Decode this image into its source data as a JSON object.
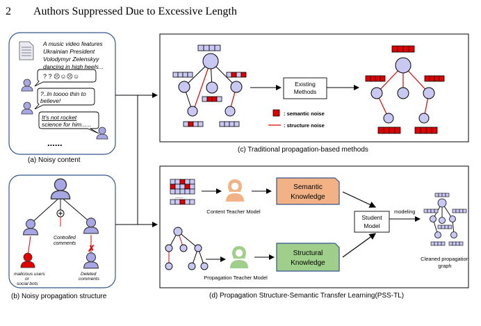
{
  "header": {
    "page_number": "2",
    "running_title": "Authors Suppressed Due to Excessive Length"
  },
  "noisy_content": {
    "post_lines": [
      "A music video features",
      "Ukrainian President",
      "Volodymyr Zelenskyy",
      "dancing in high heels..."
    ],
    "reply1": "? ? ☹☺☹☺",
    "reply2_lines": [
      "?..In toooo thin to",
      "believe!"
    ],
    "reply3_lines": [
      "It's not rocket",
      "science for him......"
    ],
    "ellipsis": "......",
    "caption": "(a) Noisy content"
  },
  "noisy_structure": {
    "controlled_lines": [
      "Controlled",
      "comments"
    ],
    "malicious_lines": [
      "malicious users",
      "or",
      "social bots"
    ],
    "deleted_lines": [
      "Deleted",
      "comments"
    ],
    "caption": "(b) Noisy propagation structure"
  },
  "traditional": {
    "existing_lines": [
      "Existing",
      "Methods"
    ],
    "legend_semantic": ": semantic noise",
    "legend_structure": ": structure noise",
    "caption": "(c) Traditional propagation-based methods"
  },
  "psstl": {
    "content_teacher": "Content Teacher Model",
    "semantic_lines": [
      "Semantic",
      "Knowledge"
    ],
    "propagation_teacher": "Propagation Teacher Model",
    "structural_lines": [
      "Structural",
      "Knowledge"
    ],
    "student_lines": [
      "Student",
      "Model"
    ],
    "modeling": "modeling",
    "cleaned_lines": [
      "Cleaned propagation",
      "graph"
    ],
    "dots": "......",
    "caption": "(d) Propagation Structure-Semantic Transfer Learning(PSS-TL)"
  },
  "colors": {
    "node": "#c8c8f2",
    "noise": "#e00000",
    "semantic_box": "#f2b285",
    "structural_box": "#9fcf8a",
    "user": "#a7a7e6",
    "malicious": "#e00000"
  }
}
